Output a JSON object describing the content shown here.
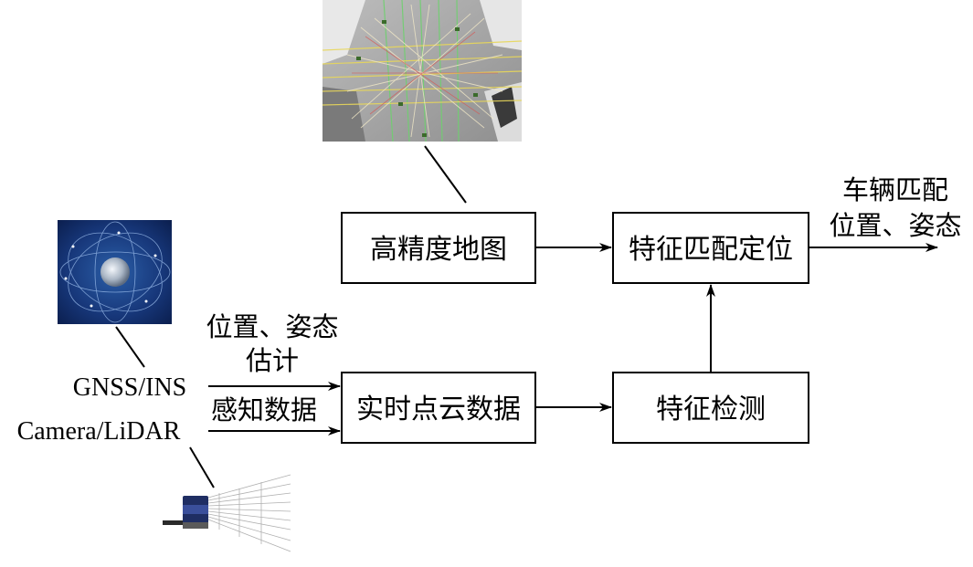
{
  "boxes": {
    "hd_map": "高精度地图",
    "feature_matching": "特征匹配定位",
    "point_cloud": "实时点云数据",
    "feature_detection": "特征检测"
  },
  "labels": {
    "pose_estimate_line1": "位置、姿态",
    "pose_estimate_line2": "估计",
    "perception_data": "感知数据",
    "output_line1": "车辆匹配",
    "output_line2": "位置、姿态",
    "gnss_ins": "GNSS/INS",
    "camera_lidar": "Camera/LiDAR"
  },
  "images": {
    "map_image": "intersection-map-image",
    "satellite_image": "satellite-globe-image",
    "lidar_image": "lidar-sensor-image"
  }
}
